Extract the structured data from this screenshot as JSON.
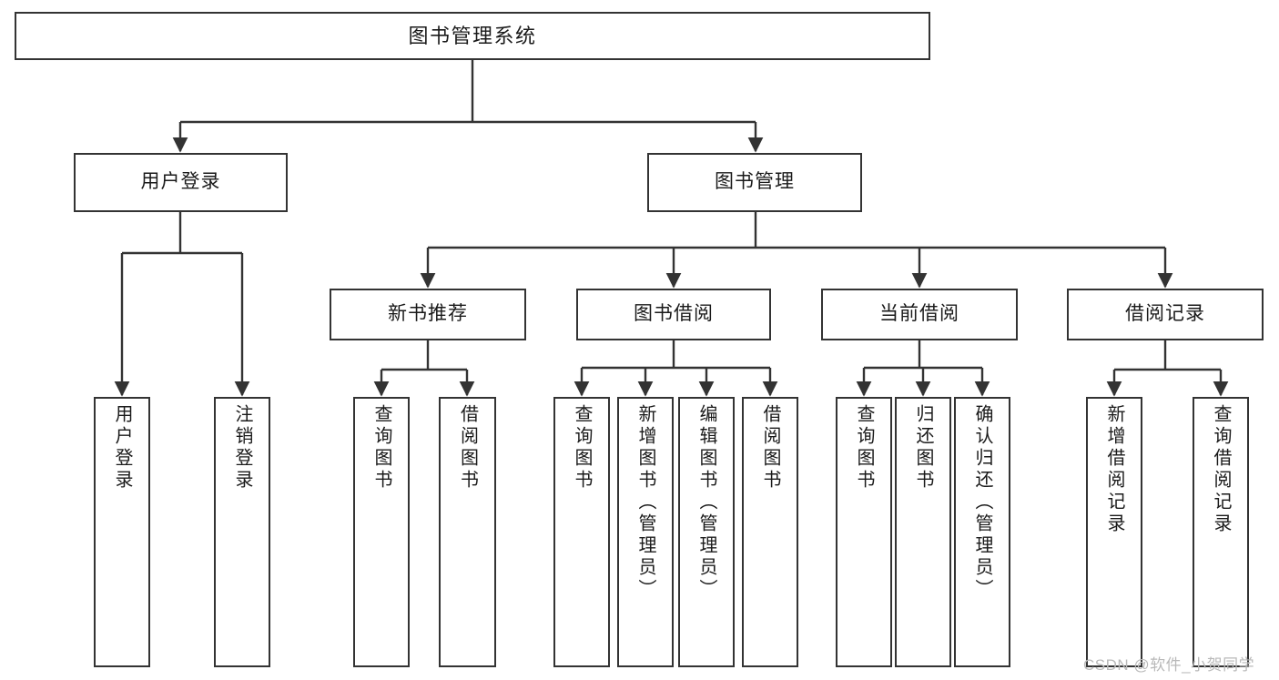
{
  "diagram": {
    "type": "tree",
    "title": "图书管理系统",
    "background": "#ffffff",
    "node_border_color": "#333333",
    "text_color": "#1a1a1a",
    "root": {
      "label": "图书管理系统"
    },
    "level2": [
      {
        "label": "用户登录"
      },
      {
        "label": "图书管理"
      }
    ],
    "level3": [
      {
        "label": "新书推荐"
      },
      {
        "label": "图书借阅"
      },
      {
        "label": "当前借阅"
      },
      {
        "label": "借阅记录"
      }
    ],
    "leaves": {
      "user_login": [
        {
          "label": "用户登录"
        },
        {
          "label": "注销登录"
        }
      ],
      "new_book_recommend": [
        {
          "label": "查询图书"
        },
        {
          "label": "借阅图书"
        }
      ],
      "book_borrow": [
        {
          "label": "查询图书"
        },
        {
          "label": "新增图书（管理员）"
        },
        {
          "label": "编辑图书（管理员）"
        },
        {
          "label": "借阅图书"
        }
      ],
      "current_borrow": [
        {
          "label": "查询图书"
        },
        {
          "label": "归还图书"
        },
        {
          "label": "确认归还（管理员）"
        }
      ],
      "borrow_record": [
        {
          "label": "新增借阅记录"
        },
        {
          "label": "查询借阅记录"
        }
      ]
    }
  },
  "watermark": {
    "text": "CSDN @软件_小贺同学",
    "color": "#b9b9b9"
  }
}
